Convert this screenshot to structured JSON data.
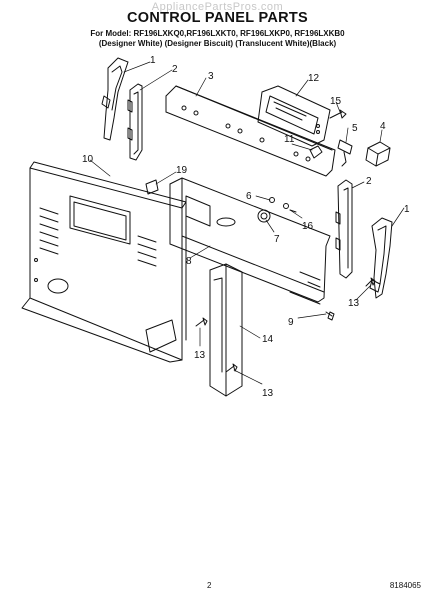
{
  "header": {
    "watermark": "AppliancePartsPros.com",
    "title": "CONTROL PANEL PARTS",
    "models": "For Model: RF196LXKQ0,RF196LXKT0, RF196LXKP0, RF196LXKB0",
    "variants": "(Designer White) (Designer Biscuit) (Translucent White)(Black)"
  },
  "callouts": {
    "c1a": "1",
    "c2a": "2",
    "c3": "3",
    "c12": "12",
    "c15": "15",
    "c5": "5",
    "c4": "4",
    "c11": "11",
    "c10": "10",
    "c19": "19",
    "c2b": "2",
    "c6": "6",
    "c1b": "1",
    "c16": "16",
    "c7": "7",
    "c8": "8",
    "c13a": "13",
    "c9": "9",
    "c14": "14",
    "c13b": "13",
    "c13c": "13"
  },
  "footer": {
    "page_number": "2",
    "doc_code": "8184065"
  }
}
